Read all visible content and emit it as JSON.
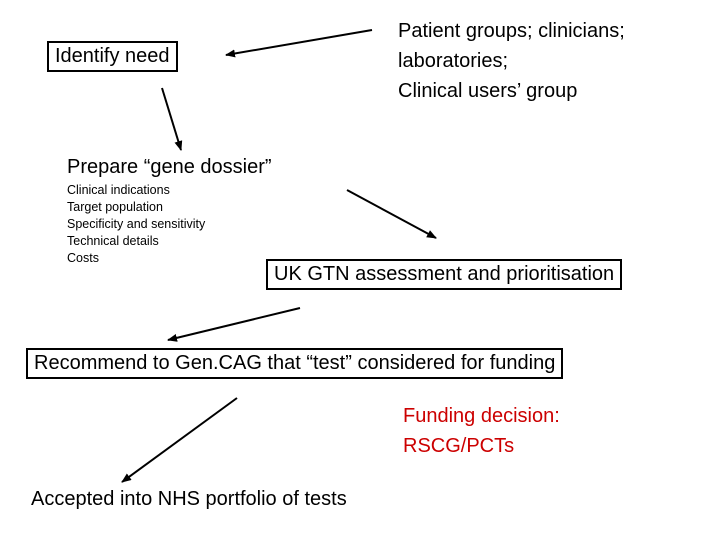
{
  "identify_need": "Identify need",
  "stakeholders": {
    "line1": "Patient groups; clinicians;",
    "line2": "laboratories;",
    "line3": "Clinical users’ group"
  },
  "dossier": {
    "title": "Prepare “gene dossier”",
    "items": [
      "Clinical indications",
      "Target population",
      "Specificity and sensitivity",
      "Technical details",
      "Costs"
    ]
  },
  "assessment": "UK GTN assessment and prioritisation",
  "recommend": "Recommend to Gen.CAG that “test” considered for funding",
  "funding": {
    "line1": "Funding decision:",
    "line2": "RSCG/PCTs",
    "color": "#cc0000"
  },
  "accepted": "Accepted into NHS portfolio of tests"
}
